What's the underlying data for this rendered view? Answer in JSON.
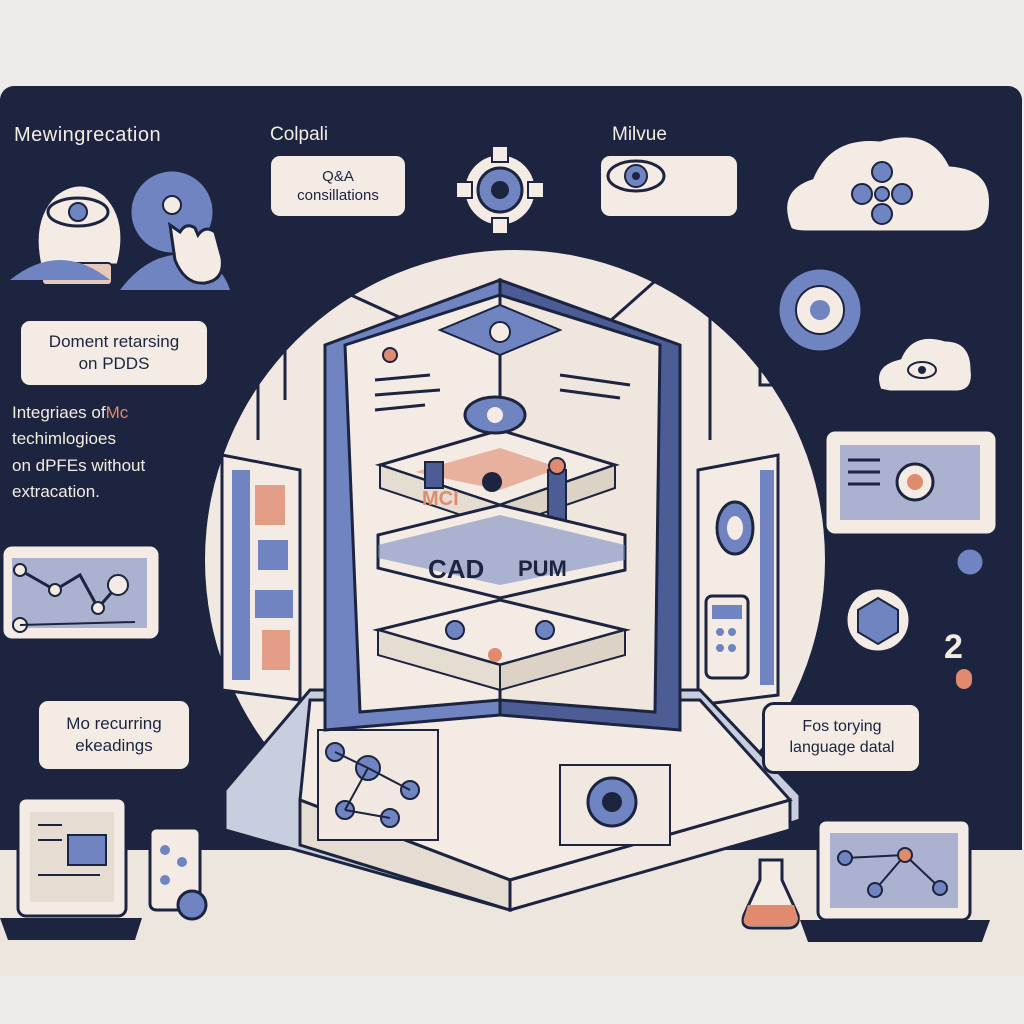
{
  "labels": {
    "top_left_title": "Mewingrecation",
    "colpali": "Colpali",
    "milvus": "Milvue",
    "qa_box_line1": "Q&A",
    "qa_box_line2": "consillations",
    "doc_box_line1": "Doment retarsing",
    "doc_box_line2": "on PDDS",
    "integration_line1_a": "Integriaes of",
    "integration_line1_b": "Mc",
    "integration_line2": "techimlogioes",
    "integration_line3": "on dPFEs without",
    "integration_line4": "extracation.",
    "recurring_line1": "Mo  recurring",
    "recurring_line2": "ekeadings",
    "fos_line1": "Fos torying",
    "fos_line2": "language datal",
    "book_label_1": "MCI",
    "book_label_2": "CAD",
    "book_label_3": "PUM",
    "number_badge": "2"
  },
  "colors": {
    "navy_panel": "#1c2440",
    "cream": "#f4ece4",
    "periwinkle": "#6f84c0",
    "coral": "#e08a6e",
    "page_bg": "#ecebe8"
  },
  "icons": [
    "lightbulb-eye-icon",
    "hand-pointer-icon",
    "gear-icon",
    "eye-icon",
    "cloud-network-icon",
    "cloud-eye-icon",
    "network-node-icon",
    "laptop-icon",
    "tablet-icon",
    "flask-icon"
  ]
}
